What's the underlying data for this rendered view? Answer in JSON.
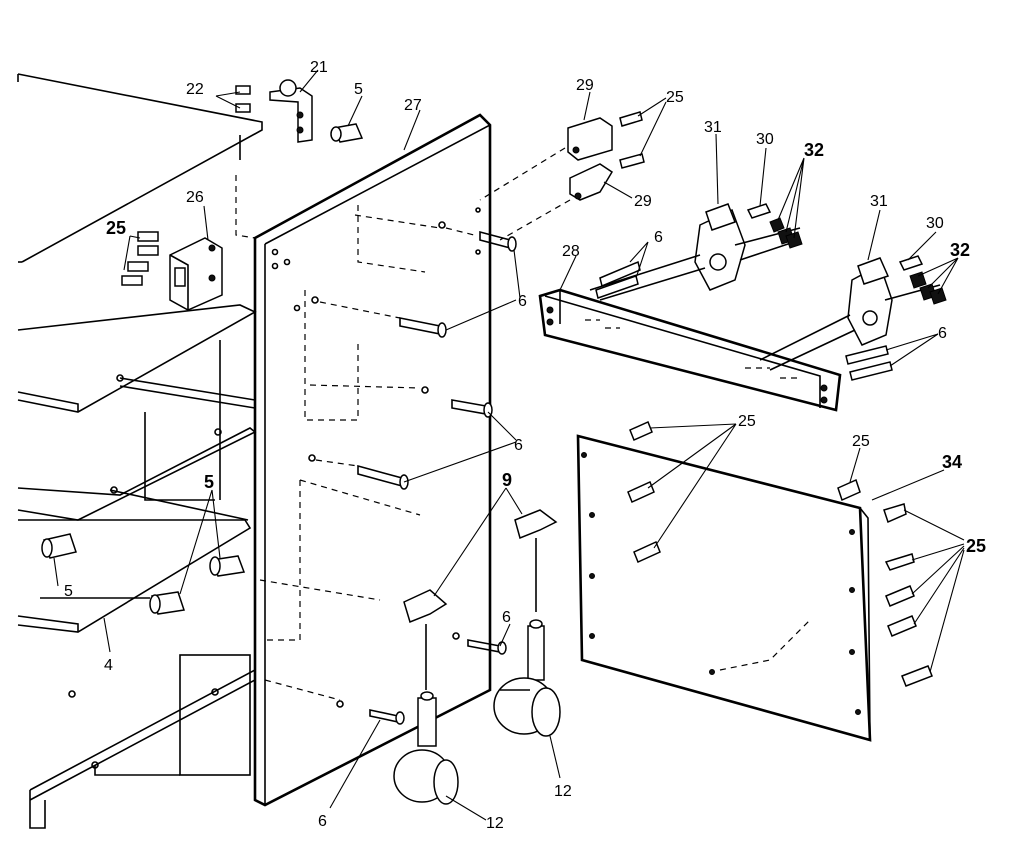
{
  "labels": {
    "n22": "22",
    "n21": "21",
    "n5a": "5",
    "n27": "27",
    "n29a": "29",
    "n25a": "25",
    "n31a": "31",
    "n30a": "30",
    "n32a": "32",
    "n26": "26",
    "n25b": "25",
    "n29b": "29",
    "n31b": "31",
    "n30b": "30",
    "n28": "28",
    "n6a": "6",
    "n32b": "32",
    "n6b": "6",
    "n6c": "6",
    "n6d": "6",
    "n25c": "25",
    "n25d": "25",
    "n34": "34",
    "n5b": "5",
    "n9": "9",
    "n25e": "25",
    "n5c": "5",
    "n4": "4",
    "n6e": "6",
    "n12a": "12",
    "n6f": "6",
    "n12b": "12"
  }
}
